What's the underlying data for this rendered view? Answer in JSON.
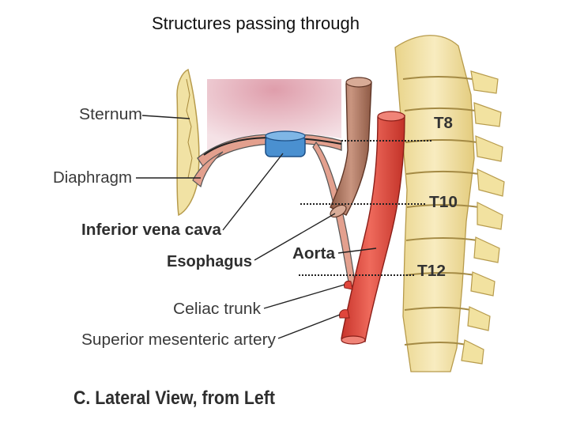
{
  "title": "Structures passing through",
  "labels": {
    "sternum": "Sternum",
    "diaphragm": "Diaphragm",
    "ivc": "Inferior vena cava",
    "esophagus": "Esophagus",
    "aorta": "Aorta",
    "celiac": "Celiac trunk",
    "sma": "Superior mesenteric artery"
  },
  "vertebra_labels": {
    "t8": "T8",
    "t10": "T10",
    "t12": "T12"
  },
  "caption": "C. Lateral View, from Left",
  "colors": {
    "aorta": "#e0463c",
    "esophagus": "#b47a62",
    "ivc": "#3f86c8",
    "bone": "#f4e4a6",
    "heart_region": "#e6b6c0"
  }
}
